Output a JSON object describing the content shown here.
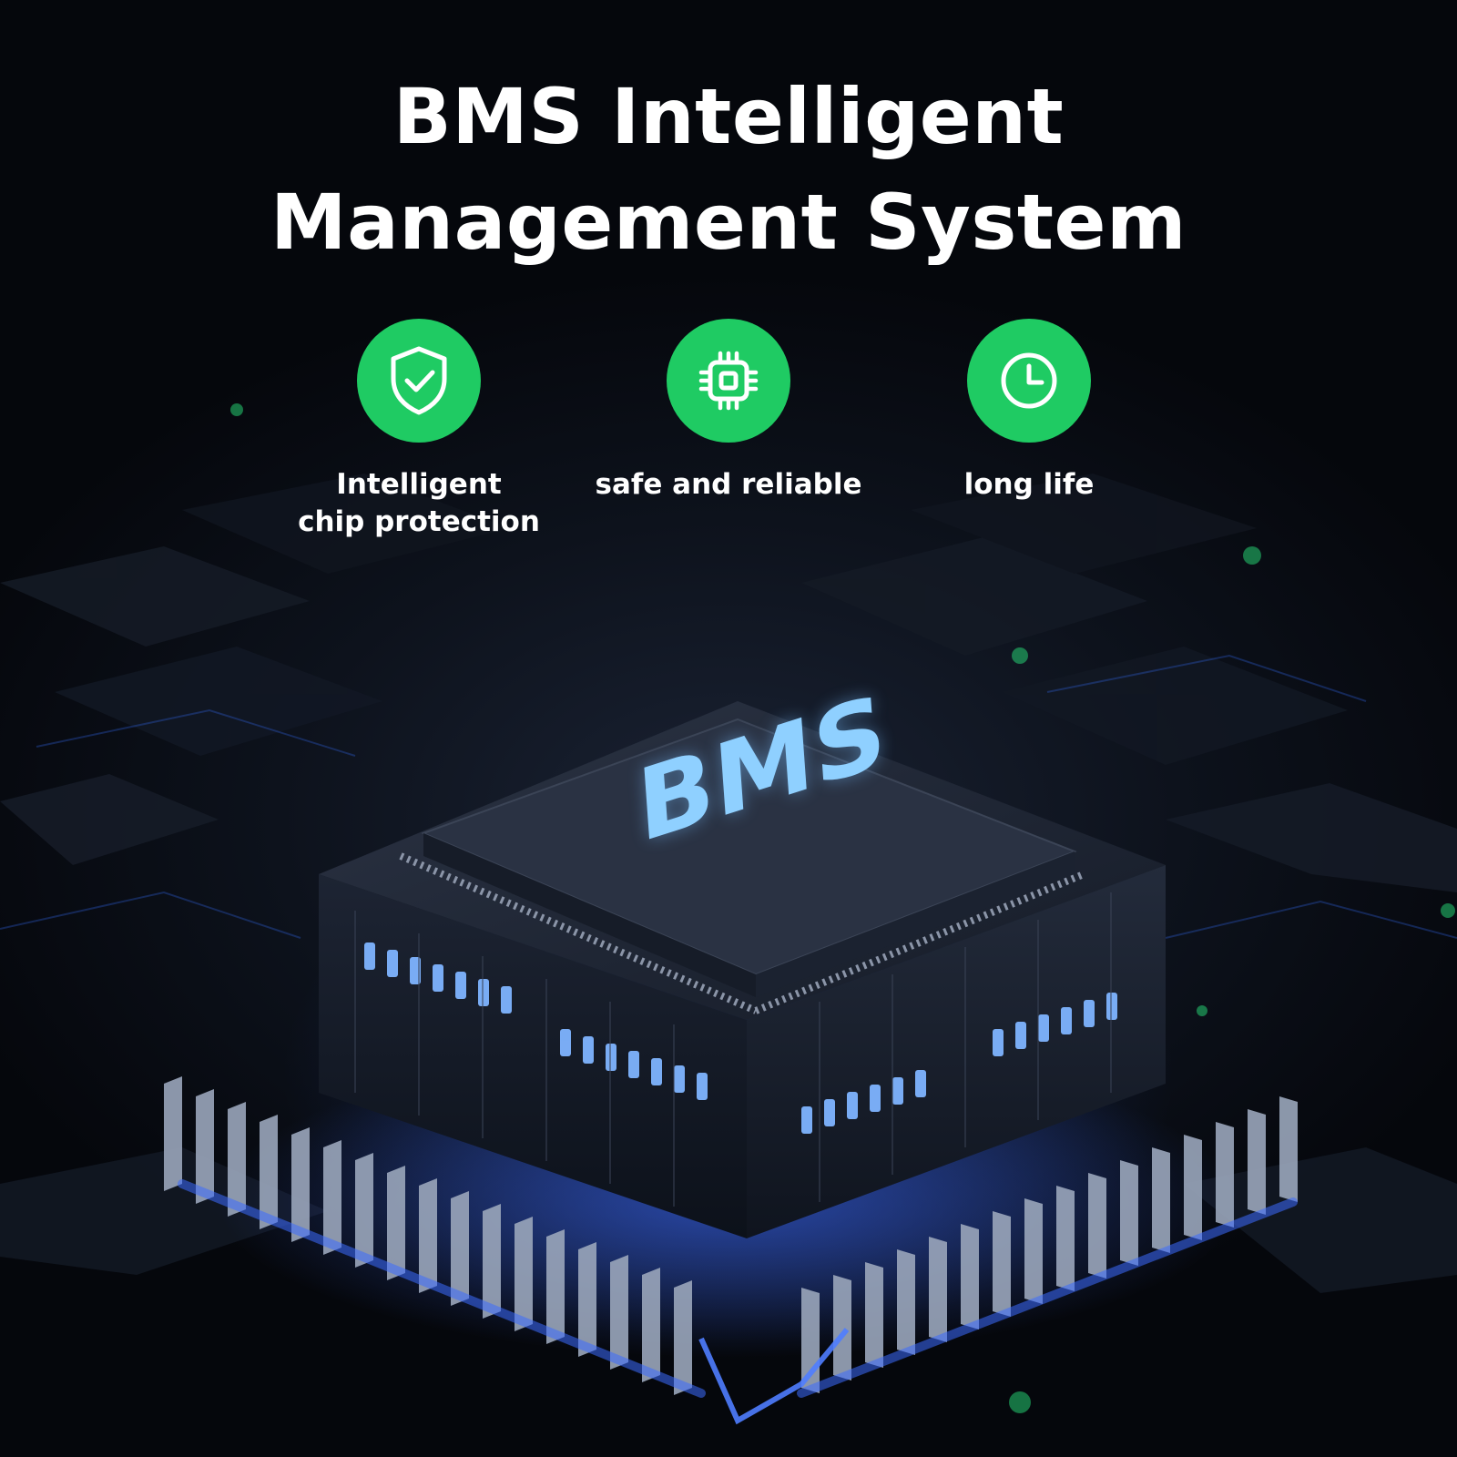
{
  "title": {
    "line1": "BMS Intelligent",
    "line2": "Management System"
  },
  "features": [
    {
      "icon": "shield-check-icon",
      "label_line1": "Intelligent",
      "label_line2": "chip protection"
    },
    {
      "icon": "chip-icon",
      "label_line1": "safe and reliable",
      "label_line2": ""
    },
    {
      "icon": "clock-icon",
      "label_line1": "long life",
      "label_line2": ""
    }
  ],
  "chip": {
    "text": "BMS"
  },
  "colors": {
    "accent": "#1fcb63",
    "glow": "#3d6bff",
    "chip_text": "#8fd0ff",
    "background": "#05070c"
  }
}
